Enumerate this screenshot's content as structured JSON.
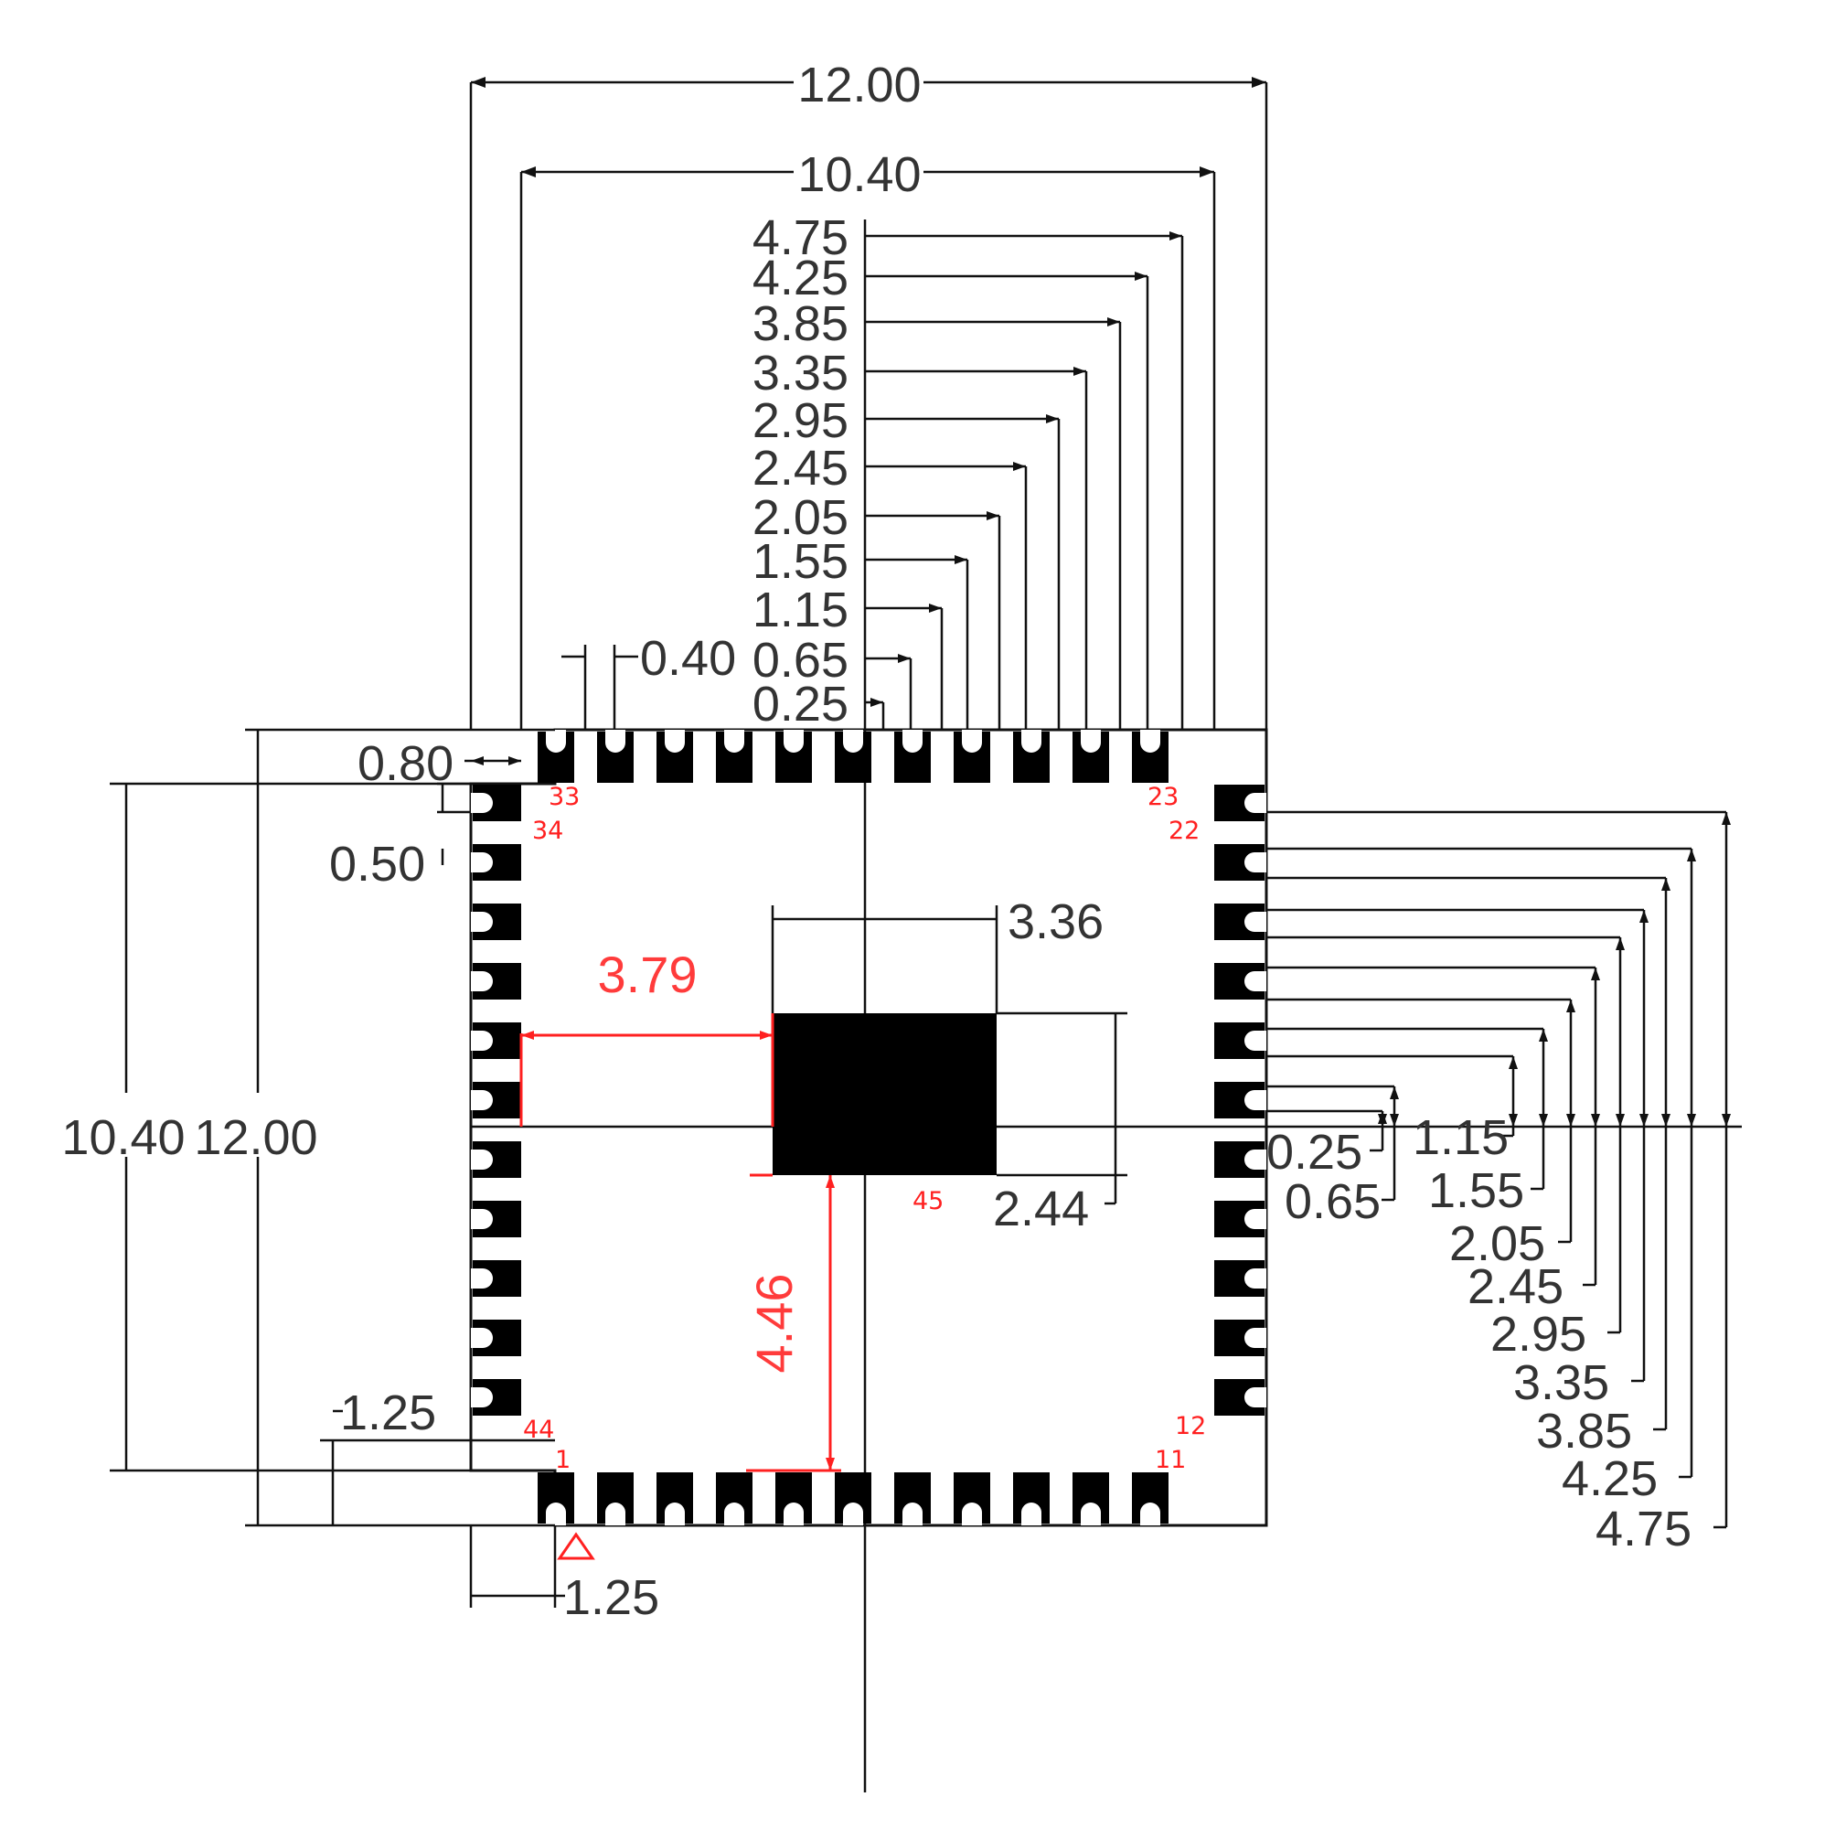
{
  "colors": {
    "ink": "#111111",
    "text": "#333333",
    "accent": "#ff2020",
    "pad": "#000000"
  },
  "outline": {
    "overall": "12.00",
    "pad_span": "10.40"
  },
  "top_pad_dims": [
    "4.75",
    "4.25",
    "3.85",
    "3.35",
    "2.95",
    "2.45",
    "2.05",
    "1.55",
    "1.15",
    "0.65",
    "0.25"
  ],
  "right_pad_dims": [
    "0.25",
    "0.65",
    "1.15",
    "1.55",
    "2.05",
    "2.45",
    "2.95",
    "3.35",
    "3.85",
    "4.25",
    "4.75"
  ],
  "pad_width": "0.40",
  "edge_offset": "0.80",
  "pad_length": "0.50",
  "corner_bottom": "1.25",
  "corner_left": "1.25",
  "center_pad": {
    "width": "3.36",
    "height": "2.44",
    "offset_x": "3.79",
    "offset_y": "4.46",
    "label": "45"
  },
  "pin_labels": {
    "p1": "1",
    "p11": "11",
    "p12": "12",
    "p22": "22",
    "p23": "23",
    "p33": "33",
    "p34": "34",
    "p44": "44"
  },
  "pin1_marker_icon": "triangle-icon"
}
